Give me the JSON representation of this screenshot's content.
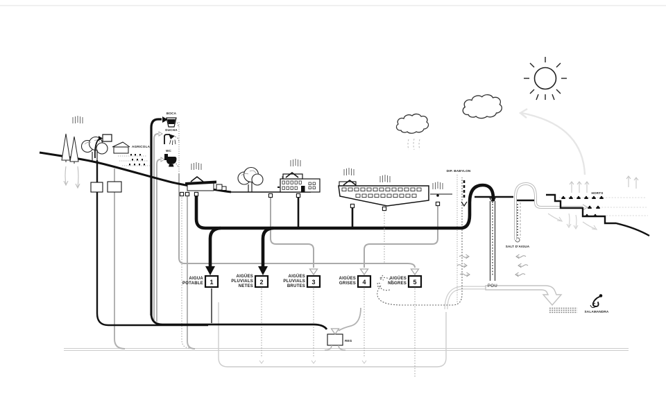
{
  "diagram": {
    "kind": "water-cycle-schematic",
    "flows": [
      {
        "num": "1",
        "label_lines": [
          "AIGUA",
          "POTABLE"
        ]
      },
      {
        "num": "2",
        "label_lines": [
          "AIGÜES",
          "PLUVIALS",
          "NETES"
        ]
      },
      {
        "num": "3",
        "label_lines": [
          "AIGÜES",
          "PLUVIALS",
          "BRUTES"
        ]
      },
      {
        "num": "4",
        "label_lines": [
          "AIGÜES",
          "GRISES"
        ]
      },
      {
        "num": "5",
        "label_lines": [
          "AIGÜES",
          "NEGRES"
        ]
      }
    ],
    "fixtures": {
      "boca": "BOCA",
      "ducha": "DUCHA",
      "wc": "WC"
    },
    "labels": {
      "agricola": "AGRICOLA",
      "horts": "HORTS",
      "pou": "POU",
      "reg": "REG",
      "salamandra": "SALAMANDRA",
      "dip_babylon": "DIP. BABYLON",
      "salt_daigua": "SALT D'AIGUA"
    },
    "icons": [
      "sun-icon",
      "cloud-icon",
      "rain-icon",
      "cup-icon",
      "shower-icon",
      "toilet-icon",
      "tree-icon",
      "conifer-icon",
      "bush-icon",
      "salamander-icon",
      "well-icon",
      "chevron-icon",
      "arrow-icon"
    ],
    "colors": {
      "ink": "#111111",
      "pipe_gray": "#a8a8a8",
      "light": "#cccccc",
      "faint": "#e4e4e4"
    }
  }
}
